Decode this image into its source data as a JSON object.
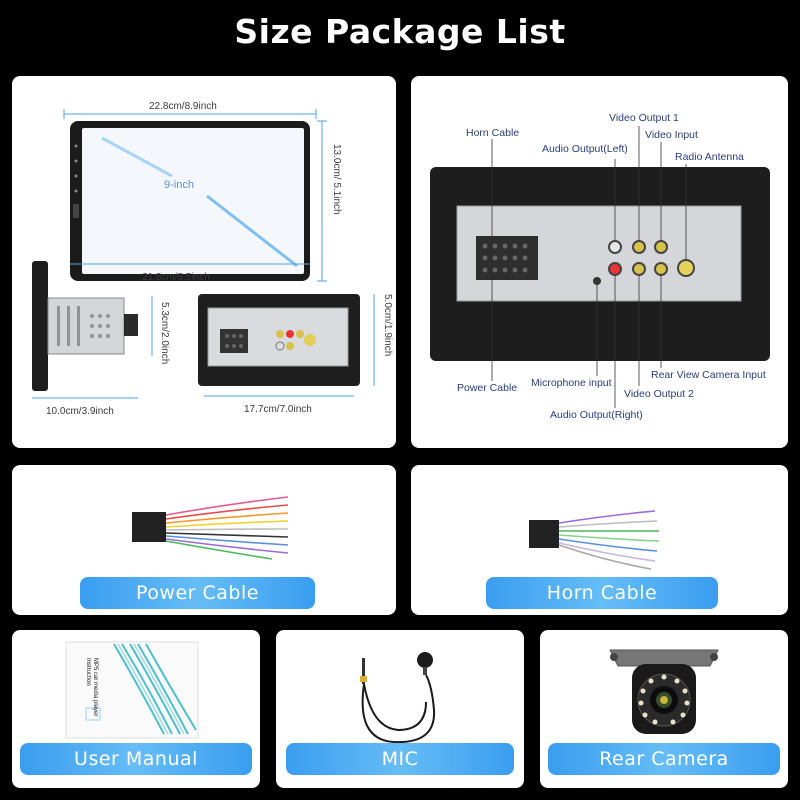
{
  "title": "Size Package List",
  "dimensions": {
    "top_width": "22.8cm/8.9inch",
    "screen_label": "9-inch",
    "bottom_width": "21.8cm/8.5inch",
    "height_right": "13.0cm/ 5.1inch",
    "side_depth": "10.0cm/3.9inch",
    "side_height": "5.3cm/2.0inch",
    "back_width": "17.7cm/7.0inch",
    "back_height": "5.0cm/1.9inch"
  },
  "ports": {
    "horn_cable": "Horn Cable",
    "audio_output_left": "Audio Output(Left)",
    "video_output_1": "Video Output 1",
    "video_input": "Video Input",
    "radio_antenna": "Radio Antenna",
    "power_cable": "Power Cable",
    "microphone_input": "Microphone input",
    "video_output_2": "Video Output 2",
    "rear_view_camera_input": "Rear View Camera Input",
    "audio_output_right": "Audio Output(Right)"
  },
  "items": {
    "power_cable": "Power Cable",
    "horn_cable": "Horn Cable",
    "user_manual": "User Manual",
    "mic": "MIC",
    "rear_camera": "Rear Camera"
  },
  "manual_text": {
    "line1": "MP5 car media player",
    "line2": "Instruction"
  },
  "colors": {
    "accent_blue": "#4aa8f2",
    "dimension_line": "#4fa3e8",
    "callout_text": "#2a3f7a"
  }
}
